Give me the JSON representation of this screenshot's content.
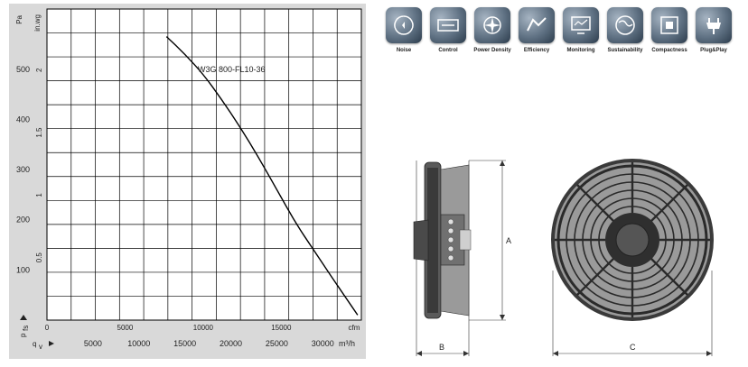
{
  "chart_data": {
    "type": "line",
    "title": "",
    "y_left_unit": "Pa",
    "y_left_unit_sub": "in.wg",
    "y_ticks_pa": [
      100,
      200,
      300,
      400,
      500
    ],
    "y_ticks_inwg": [
      "0.5",
      "1",
      "1.5",
      "2"
    ],
    "x_ticks_cfm": [
      "0",
      "5000",
      "10000",
      "15000",
      "cfm"
    ],
    "x_ticks_m3h": [
      "5000",
      "10000",
      "15000",
      "20000",
      "25000",
      "30000",
      "m³/h"
    ],
    "ylim_pa": [
      0,
      620
    ],
    "xlim_m3h": [
      0,
      34200
    ],
    "series": [
      {
        "name": "W3G 800-FL10-36",
        "x_m3h": [
          13000,
          15000,
          17000,
          19000,
          21000,
          23000,
          25000,
          27000,
          29000,
          31000,
          32500,
          33800
        ],
        "y_pa": [
          565,
          530,
          490,
          440,
          385,
          325,
          260,
          195,
          140,
          85,
          45,
          10
        ]
      }
    ],
    "corner_labels": {
      "pressure": "p",
      "pressure_sub": "fs",
      "flow": "q",
      "flow_sub": "v"
    }
  },
  "badges": [
    {
      "label": "Noise",
      "icon": "noise-icon"
    },
    {
      "label": "Control",
      "icon": "control-icon"
    },
    {
      "label": "Power Density",
      "icon": "power-density-icon"
    },
    {
      "label": "Efficiency",
      "icon": "efficiency-icon"
    },
    {
      "label": "Monitoring",
      "icon": "monitoring-icon"
    },
    {
      "label": "Sustainability",
      "icon": "sustainability-icon"
    },
    {
      "label": "Compactness",
      "icon": "compactness-icon"
    },
    {
      "label": "Plug&Play",
      "icon": "plug-play-icon"
    }
  ],
  "dimensions": {
    "a": "A",
    "b": "B",
    "c": "C"
  }
}
